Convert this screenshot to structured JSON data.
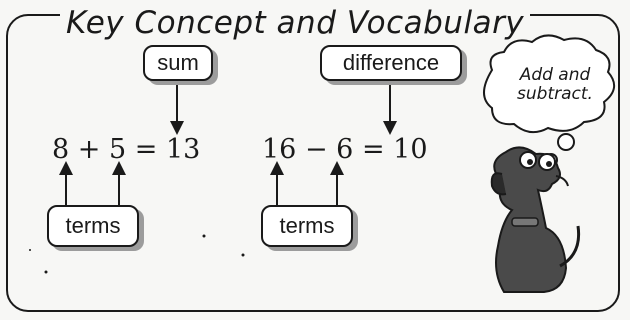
{
  "header": {
    "title": "Key Concept and Vocabulary"
  },
  "example1": {
    "result_label": "sum",
    "parts_label": "terms",
    "term1": "8",
    "operator": "+",
    "term2": "5",
    "equals": "=",
    "result": "13"
  },
  "example2": {
    "result_label": "difference",
    "parts_label": "terms",
    "term1": "16",
    "operator": "−",
    "term2": "6",
    "equals": "=",
    "result": "10"
  },
  "mascot": {
    "thought_line1": "Add and",
    "thought_line2": "subtract."
  }
}
